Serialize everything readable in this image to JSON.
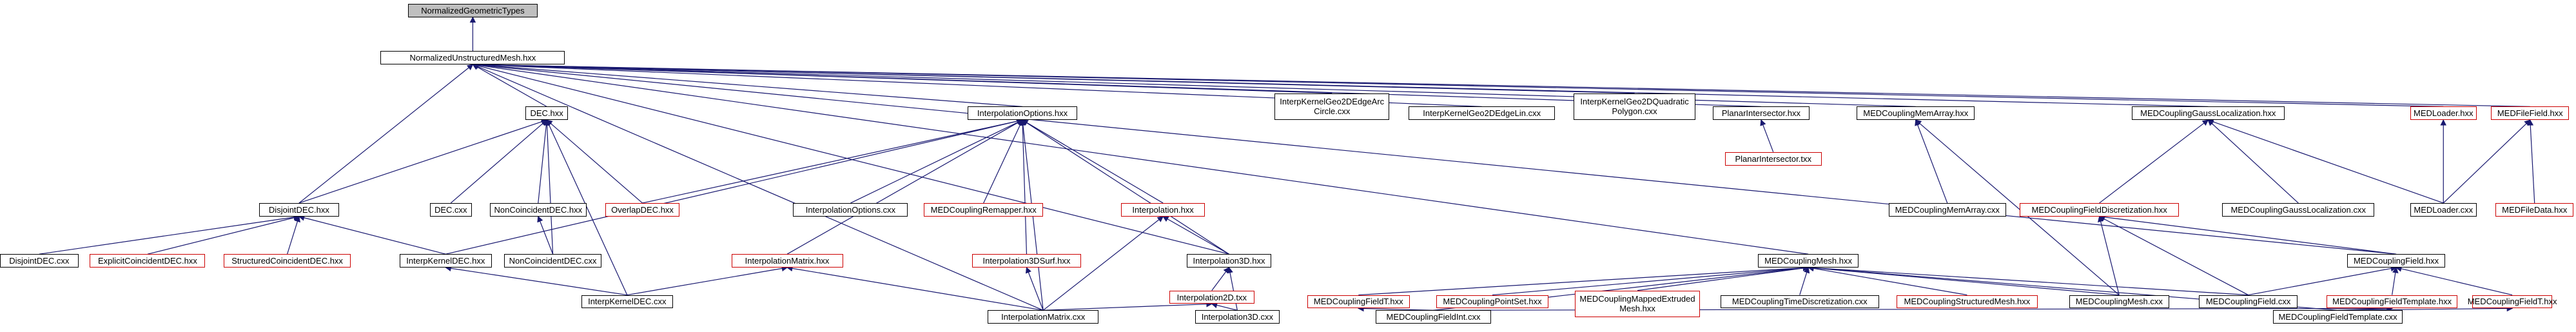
{
  "graph": {
    "line_color": "#191970",
    "nodes": {
      "root": {
        "label": "NormalizedGeometricTypes",
        "style": "gray"
      },
      "num": {
        "label": "NormalizedUnstructuredMesh.hxx",
        "style": "black"
      },
      "djdec_h": {
        "label": "DisjointDEC.hxx",
        "style": "black"
      },
      "dec_h": {
        "label": "DEC.hxx",
        "style": "black"
      },
      "iopt_h": {
        "label": "InterpolationOptions.hxx",
        "style": "black"
      },
      "edgearc": {
        "label": "InterpKernelGeo2DEdgeArc\nCircle.cxx",
        "style": "black"
      },
      "edgelin": {
        "label": "InterpKernelGeo2DEdgeLin.cxx",
        "style": "black"
      },
      "quadpoly": {
        "label": "InterpKernelGeo2DQuadratic\nPolygon.cxx",
        "style": "black"
      },
      "planar_h": {
        "label": "PlanarIntersector.hxx",
        "style": "black"
      },
      "mema_h": {
        "label": "MEDCouplingMemArray.hxx",
        "style": "black"
      },
      "gaussloc_h": {
        "label": "MEDCouplingGaussLocalization.hxx",
        "style": "black"
      },
      "medloader_h": {
        "label": "MEDLoader.hxx",
        "style": "red"
      },
      "medfile_h": {
        "label": "MEDFileField.hxx",
        "style": "red"
      },
      "djdec_c": {
        "label": "DisjointDEC.cxx",
        "style": "black"
      },
      "expl_h": {
        "label": "ExplicitCoincidentDEC.hxx",
        "style": "red"
      },
      "struct_h": {
        "label": "StructuredCoincidentDEC.hxx",
        "style": "red"
      },
      "dec_c": {
        "label": "DEC.cxx",
        "style": "black"
      },
      "noncoin_h": {
        "label": "NonCoincidentDEC.hxx",
        "style": "black"
      },
      "overlap_h": {
        "label": "OverlapDEC.hxx",
        "style": "red"
      },
      "iopt_c": {
        "label": "InterpolationOptions.cxx",
        "style": "black"
      },
      "remap_h": {
        "label": "MEDCouplingRemapper.hxx",
        "style": "red"
      },
      "interp_h": {
        "label": "Interpolation.hxx",
        "style": "red"
      },
      "planar_t": {
        "label": "PlanarIntersector.txx",
        "style": "red"
      },
      "mema_c": {
        "label": "MEDCouplingMemArray.cxx",
        "style": "black"
      },
      "fdisc_h": {
        "label": "MEDCouplingFieldDiscretization.hxx",
        "style": "red"
      },
      "gaussloc_c": {
        "label": "MEDCouplingGaussLocalization.cxx",
        "style": "black"
      },
      "medloader_c": {
        "label": "MEDLoader.cxx",
        "style": "black"
      },
      "medfiledata": {
        "label": "MEDFileData.hxx",
        "style": "red"
      },
      "ikdec_h": {
        "label": "InterpKernelDEC.hxx",
        "style": "black"
      },
      "noncoin_c": {
        "label": "NonCoincidentDEC.cxx",
        "style": "black"
      },
      "imatrix_h": {
        "label": "InterpolationMatrix.hxx",
        "style": "red"
      },
      "i3dsurf_h": {
        "label": "Interpolation3DSurf.hxx",
        "style": "red"
      },
      "i3d_h": {
        "label": "Interpolation3D.hxx",
        "style": "black"
      },
      "mcmesh_h": {
        "label": "MEDCouplingMesh.hxx",
        "style": "black"
      },
      "field_h": {
        "label": "MEDCouplingField.hxx",
        "style": "black"
      },
      "ikdec_c": {
        "label": "InterpKernelDEC.cxx",
        "style": "black"
      },
      "i2d_t": {
        "label": "Interpolation2D.txx",
        "style": "red"
      },
      "ft_h": {
        "label": "MEDCouplingFieldT.hxx",
        "style": "red"
      },
      "pset_h": {
        "label": "MEDCouplingPointSet.hxx",
        "style": "red"
      },
      "mapped_h": {
        "label": "MEDCouplingMappedExtruded\nMesh.hxx",
        "style": "red"
      },
      "tdisc_c": {
        "label": "MEDCouplingTimeDiscretization.cxx",
        "style": "black"
      },
      "smesh_h": {
        "label": "MEDCouplingStructuredMesh.hxx",
        "style": "red"
      },
      "mcmesh_c": {
        "label": "MEDCouplingMesh.cxx",
        "style": "black"
      },
      "field_c": {
        "label": "MEDCouplingField.cxx",
        "style": "black"
      },
      "ftmpl_h": {
        "label": "MEDCouplingFieldTemplate.hxx",
        "style": "red"
      },
      "ft_h2": {
        "label": "MEDCouplingFieldT.hxx",
        "style": "red"
      },
      "imatrix_c": {
        "label": "InterpolationMatrix.cxx",
        "style": "black"
      },
      "i3d_c": {
        "label": "Interpolation3D.cxx",
        "style": "black"
      },
      "fint_c": {
        "label": "MEDCouplingFieldInt.cxx",
        "style": "black"
      },
      "ftmpl_c": {
        "label": "MEDCouplingFieldTemplate.cxx",
        "style": "black"
      }
    },
    "edges": [
      [
        "num",
        "root"
      ],
      [
        "djdec_h",
        "num"
      ],
      [
        "dec_h",
        "num"
      ],
      [
        "iopt_h",
        "num"
      ],
      [
        "edgearc",
        "num"
      ],
      [
        "edgelin",
        "num"
      ],
      [
        "quadpoly",
        "num"
      ],
      [
        "planar_h",
        "num"
      ],
      [
        "mema_h",
        "num"
      ],
      [
        "gaussloc_h",
        "num"
      ],
      [
        "medloader_h",
        "num"
      ],
      [
        "medfile_h",
        "num"
      ],
      [
        "i3d_h",
        "num"
      ],
      [
        "mcmesh_h",
        "num"
      ],
      [
        "field_h",
        "num"
      ],
      [
        "imatrix_c",
        "num"
      ],
      [
        "djdec_h",
        "dec_h"
      ],
      [
        "dec_c",
        "dec_h"
      ],
      [
        "noncoin_h",
        "dec_h"
      ],
      [
        "overlap_h",
        "dec_h"
      ],
      [
        "noncoin_c",
        "dec_h"
      ],
      [
        "ikdec_c",
        "dec_h"
      ],
      [
        "djdec_c",
        "djdec_h"
      ],
      [
        "expl_h",
        "djdec_h"
      ],
      [
        "struct_h",
        "djdec_h"
      ],
      [
        "ikdec_h",
        "djdec_h"
      ],
      [
        "noncoin_c",
        "noncoin_h"
      ],
      [
        "ikdec_c",
        "ikdec_h"
      ],
      [
        "overlap_h",
        "iopt_h"
      ],
      [
        "iopt_c",
        "iopt_h"
      ],
      [
        "remap_h",
        "iopt_h"
      ],
      [
        "interp_h",
        "iopt_h"
      ],
      [
        "ikdec_h",
        "iopt_h"
      ],
      [
        "imatrix_h",
        "iopt_h"
      ],
      [
        "i3dsurf_h",
        "iopt_h"
      ],
      [
        "i3d_h",
        "iopt_h"
      ],
      [
        "imatrix_c",
        "iopt_h"
      ],
      [
        "i3d_h",
        "interp_h"
      ],
      [
        "imatrix_c",
        "interp_h"
      ],
      [
        "i2d_t",
        "i3d_h"
      ],
      [
        "i3d_c",
        "i3d_h"
      ],
      [
        "imatrix_c",
        "i2d_t"
      ],
      [
        "i3d_c",
        "i2d_t"
      ],
      [
        "imatrix_c",
        "imatrix_h"
      ],
      [
        "ikdec_c",
        "imatrix_h"
      ],
      [
        "imatrix_c",
        "i3dsurf_h"
      ],
      [
        "planar_t",
        "planar_h"
      ],
      [
        "mema_c",
        "mema_h"
      ],
      [
        "mcmesh_c",
        "mema_h"
      ],
      [
        "fdisc_h",
        "gaussloc_h"
      ],
      [
        "gaussloc_c",
        "gaussloc_h"
      ],
      [
        "medloader_c",
        "gaussloc_h"
      ],
      [
        "mcmesh_c",
        "fdisc_h"
      ],
      [
        "field_c",
        "fdisc_h"
      ],
      [
        "field_h",
        "fdisc_h"
      ],
      [
        "medloader_c",
        "medloader_h"
      ],
      [
        "medloader_c",
        "medfile_h"
      ],
      [
        "medfiledata",
        "medfile_h"
      ],
      [
        "ft_h",
        "mcmesh_h"
      ],
      [
        "pset_h",
        "mcmesh_h"
      ],
      [
        "mapped_h",
        "mcmesh_h"
      ],
      [
        "tdisc_c",
        "mcmesh_h"
      ],
      [
        "smesh_h",
        "mcmesh_h"
      ],
      [
        "mcmesh_c",
        "mcmesh_h"
      ],
      [
        "field_c",
        "mcmesh_h"
      ],
      [
        "ftmpl_c",
        "mcmesh_h"
      ],
      [
        "fint_c",
        "mcmesh_h"
      ],
      [
        "field_c",
        "field_h"
      ],
      [
        "ftmpl_h",
        "field_h"
      ],
      [
        "ft_h2",
        "field_h"
      ],
      [
        "fint_c",
        "ft_h"
      ],
      [
        "fint_c",
        "ftmpl_h"
      ],
      [
        "ftmpl_c",
        "ftmpl_h"
      ],
      [
        "ftmpl_c",
        "ft_h2"
      ]
    ]
  }
}
